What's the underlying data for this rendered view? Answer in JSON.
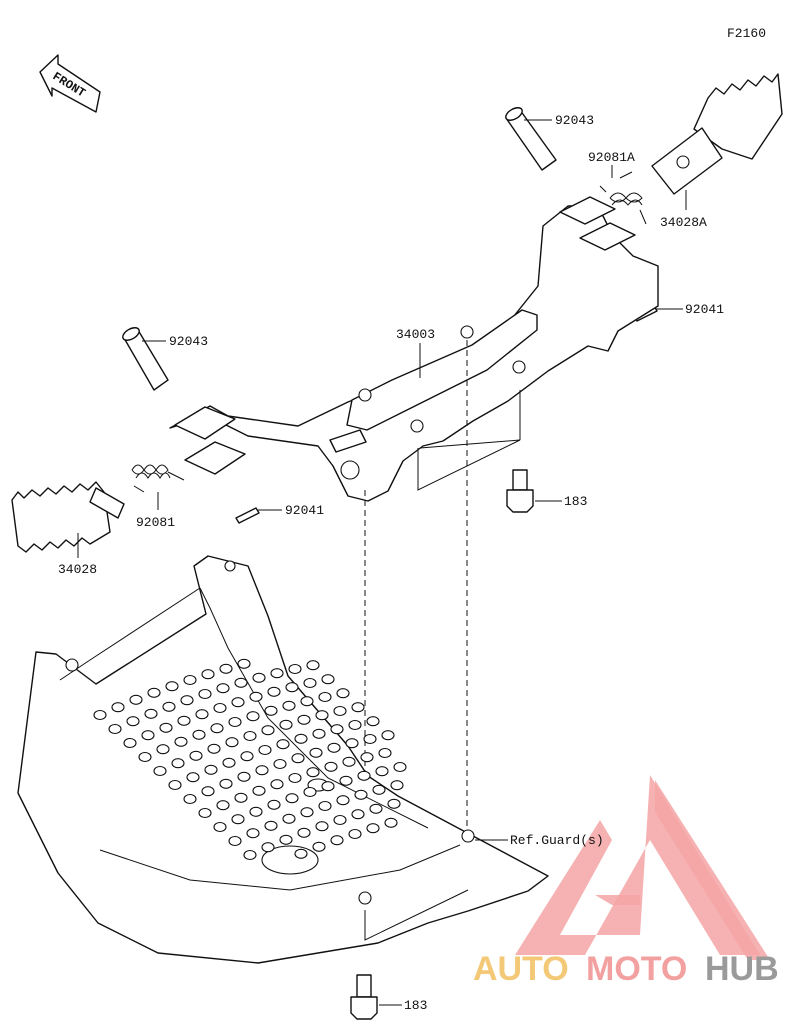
{
  "diagram": {
    "code": "F2160",
    "front_label": "FRONT",
    "parts": {
      "pin_right": "92043",
      "spring_right": "92081A",
      "footpeg_right": "34028A",
      "cotter_right": "92041",
      "bracket": "34003",
      "pin_left": "92043",
      "footpeg_left": "34028",
      "spring_left": "92081",
      "cotter_left": "92041",
      "bolt_upper": "183",
      "bolt_lower": "183"
    },
    "ref_note": "Ref.Guard(s)"
  },
  "watermark": {
    "part1": "AUTO",
    "part2": "MOTO",
    "part3": "HUB",
    "colors": {
      "pink": "#f2a0a0",
      "gold": "#f3c877",
      "grey": "#9a9a9a"
    }
  }
}
